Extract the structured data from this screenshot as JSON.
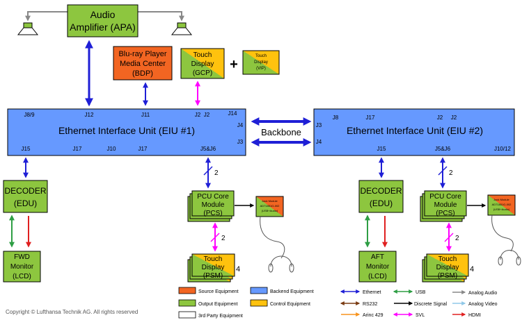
{
  "copyright": "Copyright © Lufthansa Technik AG. All rights reserved",
  "backbone_label": "Backbone",
  "plus_sign": "+",
  "colors": {
    "source": "#f26522",
    "backend": "#6699ff",
    "output": "#8dc63f",
    "control": "#ffc20e",
    "third_party": "#ffffff",
    "ethernet": "#1f1fd6",
    "usb": "#2e9e44",
    "rs232": "#7a3b12",
    "discrete": "#000000",
    "arinc": "#f7941d",
    "svl": "#ff00ff",
    "analog_audio": "#888888",
    "analog_video": "#8fc8e8",
    "hdmi": "#e02020"
  },
  "boxes": {
    "apa": [
      "Audio",
      "Amplifier (APA)"
    ],
    "bdp": [
      "Blu-ray Player",
      "Media Center",
      "(BDP)"
    ],
    "gcp": [
      "Touch",
      "Display",
      "(GCP)"
    ],
    "vip": [
      "Touch",
      "Display",
      "(VIP)"
    ],
    "eiu1": "Ethernet Interface Unit (EIU #1)",
    "eiu2": "Ethernet Interface Unit (EIU #2)",
    "edu1": [
      "DECODER",
      "(EDU)"
    ],
    "edu2": [
      "DECODER",
      "(EDU)"
    ],
    "fwd": [
      "FWD",
      "Monitor",
      "(LCD)"
    ],
    "aft": [
      "AFT",
      "Monitor",
      "(LCD)"
    ],
    "pcs1": [
      "PCU Core",
      "Module",
      "(PCS)"
    ],
    "pcs2": [
      "PCU Core",
      "Module",
      "(PCS)"
    ],
    "psm1": [
      "Touch",
      "Display",
      "(PSM)"
    ],
    "psm2": [
      "Touch",
      "Display",
      "(PSM)"
    ],
    "jack1": [
      "Jack Module",
      "AD71851G-002",
      "(USB+Audio)"
    ],
    "jack2": [
      "Jack Module",
      "AD71851G-002",
      "(USB+Audio)"
    ]
  },
  "eiu1_ports": {
    "j89": "J8/9",
    "j12": "J12",
    "j11": "J11",
    "j2a": "J2",
    "j2b": "J2",
    "j14": "J14",
    "j4": "J4",
    "j3": "J3",
    "j15": "J15",
    "j17a": "J17",
    "j10": "J10",
    "j17b": "J17",
    "j56": "J5&J6"
  },
  "eiu2_ports": {
    "j8": "J8",
    "j17": "J17",
    "j2a": "J2",
    "j2b": "J2",
    "j3": "J3",
    "j4": "J4",
    "j15": "J15",
    "j56": "J5&J6",
    "j1012": "J10/12"
  },
  "bus_counts": {
    "pcs1": "2",
    "psm1": "2",
    "pcs2": "2",
    "psm2": "2"
  },
  "stack_counts": {
    "psm1": "4",
    "psm2": "4"
  },
  "legend": {
    "source": "Source Equipment",
    "backend": "Backend Equipment",
    "output": "Output Equipment",
    "control": "Control Equipment",
    "third_party": "3rd Party Equipment",
    "ethernet": "Ethernet",
    "usb": "USB",
    "analog_audio": "Analog Audio",
    "rs232": "RS232",
    "discrete": "Discrete Signal",
    "analog_video": "Analog Video",
    "arinc": "Arinc 429",
    "svl": "SVL",
    "hdmi": "HDMI"
  }
}
